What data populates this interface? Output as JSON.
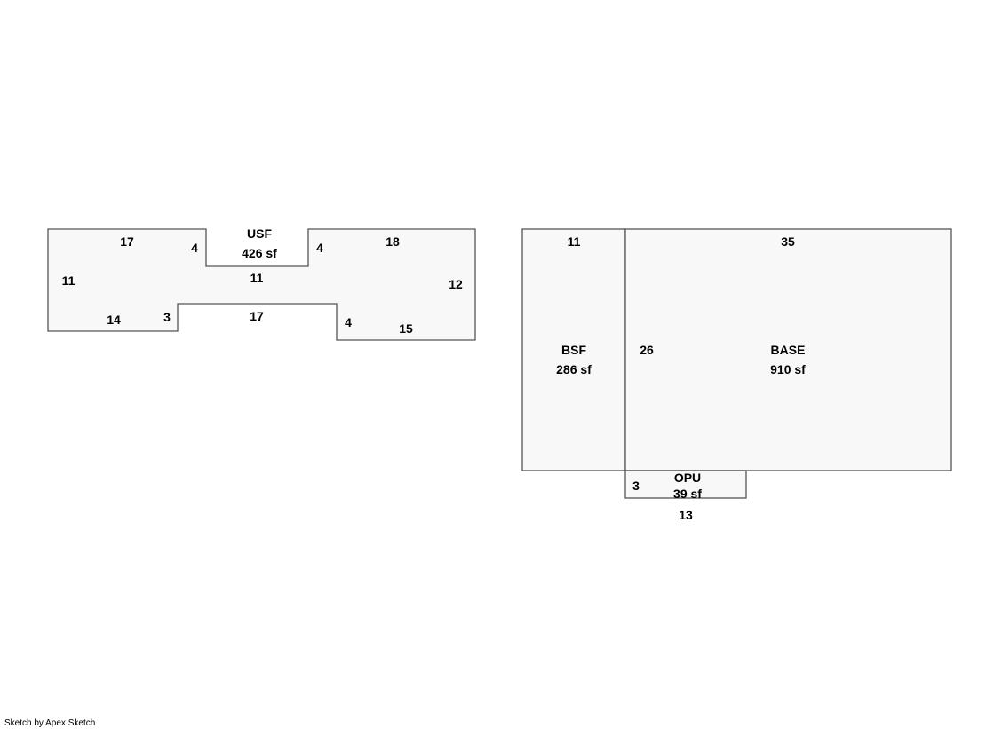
{
  "areas": {
    "usf": {
      "name": "USF",
      "area": "426 sf",
      "dims": [
        "17",
        "4",
        "4",
        "18",
        "11",
        "11",
        "12",
        "14",
        "3",
        "17",
        "4",
        "15"
      ]
    },
    "bsf": {
      "name": "BSF",
      "area": "286 sf",
      "dims": [
        "11"
      ]
    },
    "base": {
      "name": "BASE",
      "area": "910 sf",
      "dims": [
        "35",
        "26"
      ]
    },
    "opu": {
      "name": "OPU",
      "area": "39 sf",
      "dims": [
        "3",
        "13"
      ]
    }
  },
  "footer": {
    "credit": "Sketch by Apex Sketch"
  }
}
